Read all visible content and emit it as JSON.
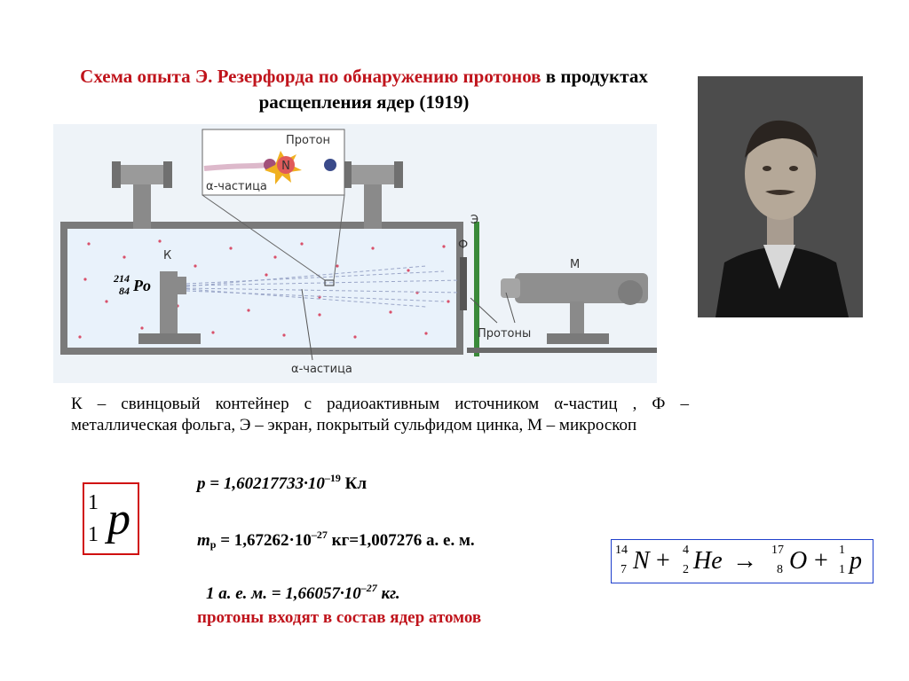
{
  "title": {
    "part1": "Схема опыта Э. Резерфорда по обнаружению протонов",
    "part2": " в продуктах расщепления ядер (1919)"
  },
  "diagram": {
    "label_proton": "Протон",
    "label_n": "N",
    "label_alpha_top": "α-частица",
    "label_k": "К",
    "label_e": "Э",
    "label_f": "Ф",
    "label_m": "М",
    "label_protons": "Протоны",
    "label_alpha_bottom": "α-частица",
    "po_mass": "214",
    "po_num": "84",
    "po_sym": "Po"
  },
  "description": "К – свинцовый контейнер с радиоактивным источником α-частиц    , Ф – металлическая фольга, Э – экран, покрытый сульфидом цинка, М – микроскоп",
  "formulas": {
    "charge_lhs": "p = 1,60217733·10",
    "charge_exp": "–19",
    "charge_unit": " Кл",
    "mass_m": "m",
    "mass_sub": "p",
    "mass_mid": " = 1,67262·10",
    "mass_exp": "–27",
    "mass_rest": " кг=1,007276  а. е. м.",
    "amu_lhs": "1 а. е. м. = 1,66057·10",
    "amu_exp": "–27",
    "amu_unit": " кг.",
    "protons_note": "протоны входят в состав ядер атомов"
  },
  "proton_symbol": {
    "mass": "1",
    "charge": "1",
    "symbol": "p"
  },
  "reaction": {
    "n_mass": "14",
    "n_num": "7",
    "n_sym": "N",
    "he_mass": "4",
    "he_num": "2",
    "he_sym": "He",
    "o_mass": "17",
    "o_num": "8",
    "o_sym": "O",
    "p_mass": "1",
    "p_num": "1",
    "p_sym": "p",
    "plus": "+",
    "arrow": "→"
  }
}
